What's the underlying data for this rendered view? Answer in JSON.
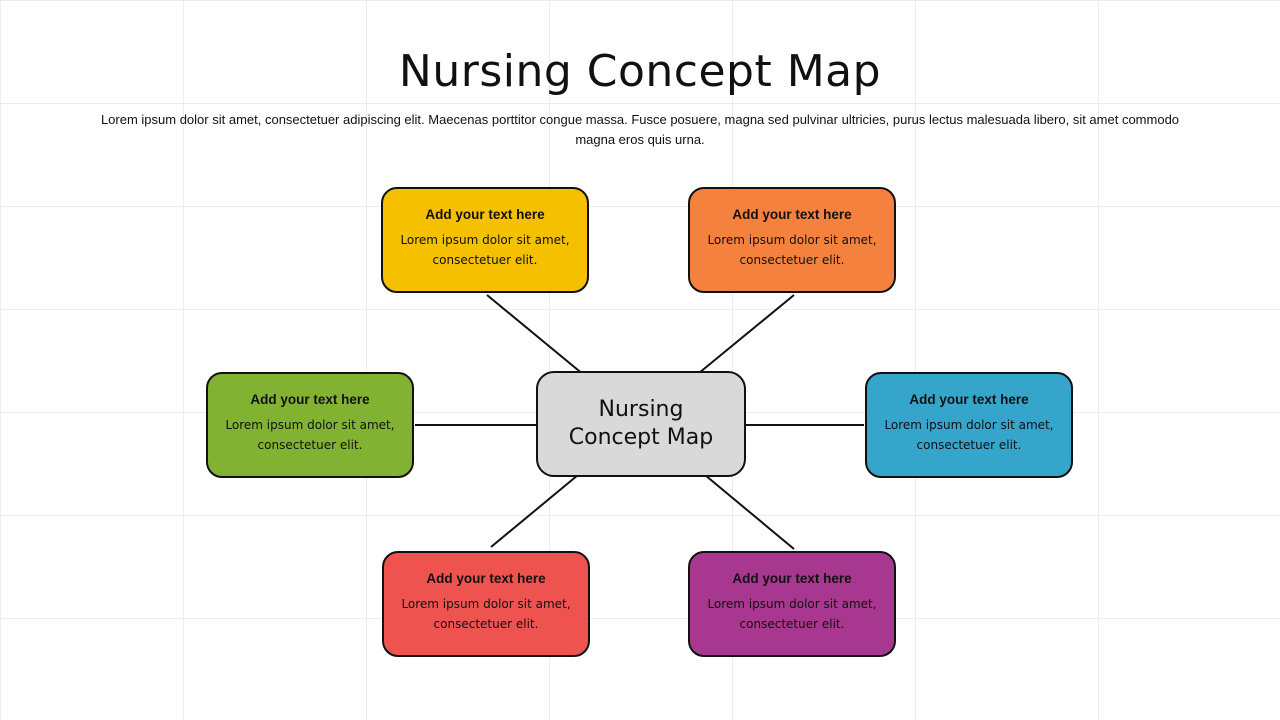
{
  "title": "Nursing Concept Map",
  "subtitle": "Lorem ipsum dolor sit amet, consectetuer adipiscing elit. Maecenas porttitor congue massa. Fusce posuere, magna sed pulvinar ultricies, purus lectus malesuada libero, sit amet commodo magna eros quis urna.",
  "center": {
    "label": "Nursing Concept Map",
    "color": "#d9d9d9"
  },
  "nodes": [
    {
      "heading": "Add your text here",
      "body": "Lorem ipsum dolor sit amet, consectetuer elit.",
      "color": "#f5c000"
    },
    {
      "heading": "Add your text here",
      "body": "Lorem ipsum dolor sit amet, consectetuer elit.",
      "color": "#f4823e"
    },
    {
      "heading": "Add your text here",
      "body": "Lorem ipsum dolor sit amet, consectetuer elit.",
      "color": "#82b232"
    },
    {
      "heading": "Add your text here",
      "body": "Lorem ipsum dolor sit amet, consectetuer elit.",
      "color": "#36a5cc"
    },
    {
      "heading": "Add your text here",
      "body": "Lorem ipsum dolor sit amet, consectetuer elit.",
      "color": "#ef5350"
    },
    {
      "heading": "Add your text here",
      "body": "Lorem ipsum dolor sit amet, consectetuer elit.",
      "color": "#a8378f"
    }
  ]
}
